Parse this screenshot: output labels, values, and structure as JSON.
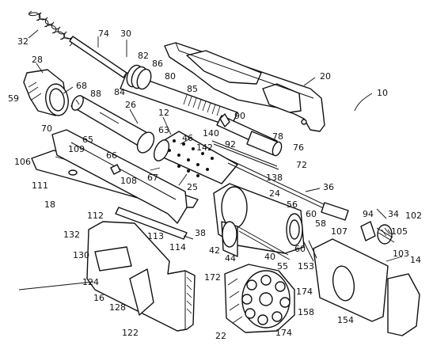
{
  "figure": {
    "reference_numerals": {
      "spring": "32",
      "guide_rod": "74",
      "rod_top": "30",
      "muzzle_cap": "28",
      "cap_inner": "68",
      "cap_edge": "59",
      "cap_base": "70",
      "cap_tip": "88",
      "sleeve": "26",
      "collar": "82",
      "collar_edge": "86",
      "barrel_tube": "80",
      "barrel_end": "84",
      "barrel_body": "85",
      "frame": "20",
      "assembly": "10",
      "barrel": "12",
      "gas_tube": "90",
      "pin_a": "140",
      "pin_b": "142",
      "pin_c": "92",
      "nozzle": "78",
      "nozzle_end": "76",
      "nozzle_tip": "72",
      "shroud_top": "63",
      "shroud_ring": "46",
      "shroud_body": "25",
      "shroud_end": "67",
      "slide_left": "65",
      "slide_mid": "66",
      "slide_edge": "109",
      "slide_front": "106",
      "slide_pin": "111",
      "slide_tab": "108",
      "slide": "18",
      "rail_pin": "112",
      "rail": "138",
      "rod_long": "36",
      "cylinder_mount": "24",
      "cylinder_face": "56",
      "cyl_ring_a": "60",
      "cyl_ring_b": "58",
      "rod_tip": "107",
      "screw_head": "94",
      "screw": "34",
      "knob": "102",
      "knob_ring": "105",
      "knob_cap": "103",
      "stock": "14",
      "stock_pin": "153",
      "stock_edge": "60",
      "stock_body": "154",
      "lower_rod": "40",
      "lower_rod_end": "55",
      "mount_a": "38",
      "mount_b": "42",
      "mount_c": "44",
      "trigger_pin": "132",
      "trigger_link": "113",
      "trigger_end": "114",
      "receiver_top": "130",
      "receiver_side": "124",
      "receiver": "16",
      "receiver_base": "128",
      "receiver_foot": "122",
      "drum_top": "172",
      "drum_label_a": "174",
      "drum_label_b": "158",
      "drum_label_c": "174",
      "drum": "22"
    }
  }
}
